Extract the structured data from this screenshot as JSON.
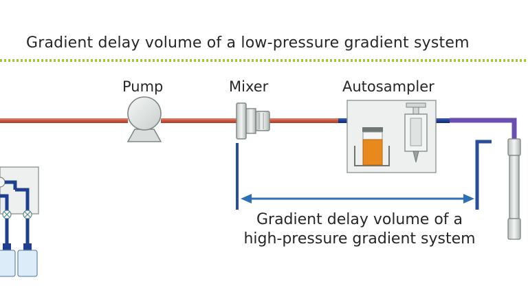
{
  "title": "Gradient delay volume of a low-pressure gradient system",
  "components": {
    "pump": "Pump",
    "mixer": "Mixer",
    "autosampler": "Autosampler"
  },
  "high_pressure_caption": {
    "line1": "Gradient delay volume of a",
    "line2": "high-pressure gradient system"
  },
  "colors": {
    "low_pressure_line": "#a4c639",
    "tubing_red": "#c8553d",
    "tubing_blue": "#1f3f8f",
    "tubing_purple": "#6a4fb3",
    "arrow_blue": "#2f6fb6",
    "bracket_blue": "#2a4f9a",
    "sample_orange": "#e8891e"
  }
}
